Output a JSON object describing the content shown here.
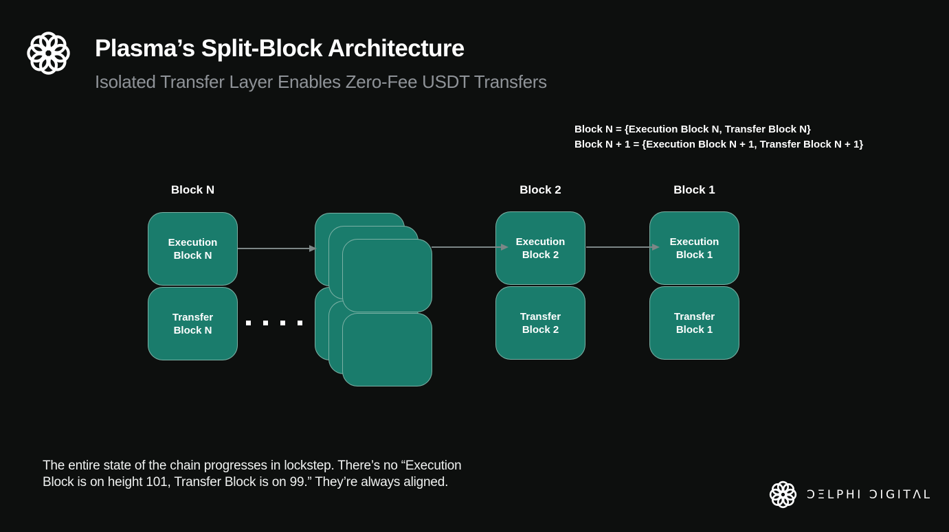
{
  "header": {
    "title": "Plasma’s Split-Block Architecture",
    "subtitle": "Isolated Transfer Layer Enables Zero-Fee USDT Transfers"
  },
  "formula": {
    "line1": "Block N = {Execution Block N, Transfer Block N}",
    "line2": "Block N + 1 = {Execution Block N + 1, Transfer Block N + 1}"
  },
  "diagram": {
    "block_n": {
      "label": "Block N",
      "execution": [
        "Execution",
        "Block N"
      ],
      "transfer": [
        "Transfer",
        "Block N"
      ]
    },
    "block_2": {
      "label": "Block 2",
      "execution": [
        "Execution",
        "Block 2"
      ],
      "transfer": [
        "Transfer",
        "Block 2"
      ]
    },
    "block_1": {
      "label": "Block 1",
      "execution": [
        "Execution",
        "Block 1"
      ],
      "transfer": [
        "Transfer",
        "Block 1"
      ]
    },
    "hidden_stack_layers": 3,
    "ellipsis_dot_count": 4
  },
  "caption": {
    "line1": "The entire state of the chain progresses in lockstep. There’s no “Execution",
    "line2": "Block is on height 101, Transfer Block is on 99.” They’re always aligned."
  },
  "footer": {
    "brand": "DELPHI DIGITAL",
    "brand_display": "ƆΞLPHI ƆIGITΛL"
  },
  "colors": {
    "background": "#0d0f0e",
    "block_fill": "#1a7c6c",
    "block_border": "#a6bcb6",
    "arrow": "#7d8787",
    "title_text": "#ffffff",
    "subtitle_text": "#8f9398",
    "caption_text": "#f0f2f1"
  }
}
